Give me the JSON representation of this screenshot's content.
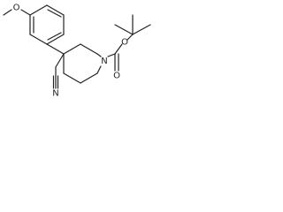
{
  "molecule": {
    "atoms": {
      "methoxy_o": "O",
      "ester_o": "O",
      "carbonyl_o": "O",
      "nitrile_n": "N",
      "ring_n": "N"
    }
  },
  "colors": {
    "line": "#222222",
    "background": "#ffffff"
  }
}
